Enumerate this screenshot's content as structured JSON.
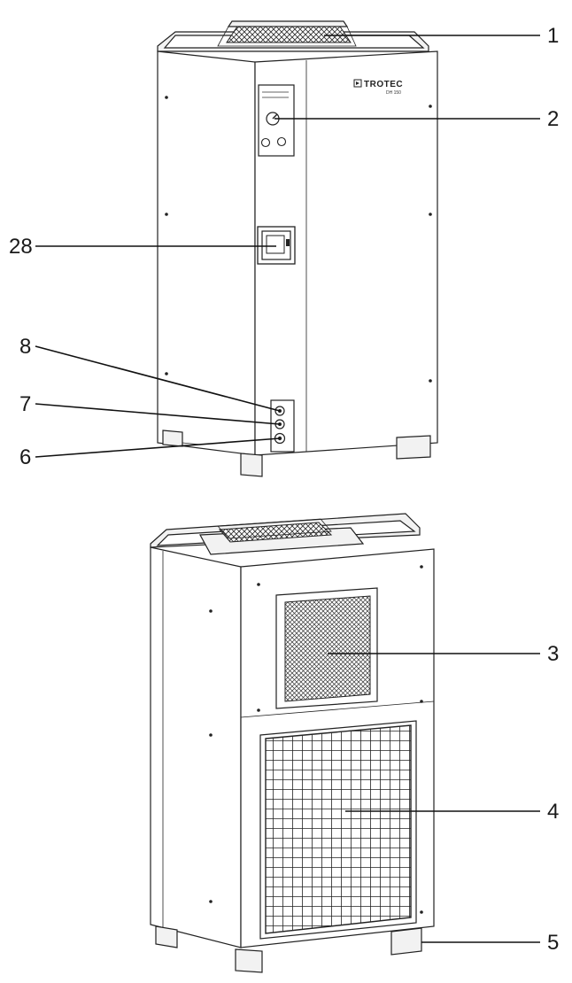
{
  "diagram": {
    "brand_label": "TROTEC",
    "model_label": "DH 150",
    "callouts": [
      "1",
      "2",
      "28",
      "8",
      "7",
      "6",
      "3",
      "4",
      "5"
    ]
  }
}
